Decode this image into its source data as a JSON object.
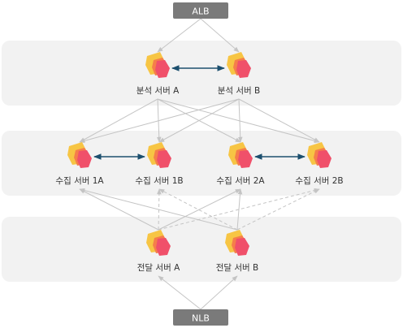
{
  "load_balancers": {
    "top": "ALB",
    "bottom": "NLB"
  },
  "tiers": {
    "analysis": [
      {
        "id": "an-a",
        "label": "분석 서버 A"
      },
      {
        "id": "an-b",
        "label": "분석 서버 B"
      }
    ],
    "collect": [
      {
        "id": "c-1a",
        "label": "수집 서버 1A"
      },
      {
        "id": "c-1b",
        "label": "수집 서버 1B"
      },
      {
        "id": "c-2a",
        "label": "수집 서버 2A"
      },
      {
        "id": "c-2b",
        "label": "수집 서버 2B"
      }
    ],
    "relay": [
      {
        "id": "r-a",
        "label": "전달 서버 A"
      },
      {
        "id": "r-b",
        "label": "전달 서버 B"
      }
    ]
  },
  "colors": {
    "band": "#f2f2f2",
    "lb_box": "#7a7a7a",
    "connector": "#c4c4c4",
    "pair_link": "#1c4f6e",
    "icon_back": "#f7c544",
    "icon_front": "#f0506a",
    "icon_mid": "#f57e4a"
  },
  "links": {
    "solid": [
      [
        "lb-top",
        "an-a"
      ],
      [
        "lb-top",
        "an-b"
      ],
      [
        "an-a",
        "c-1a"
      ],
      [
        "an-a",
        "c-1b"
      ],
      [
        "an-a",
        "c-2a"
      ],
      [
        "an-a",
        "c-2b"
      ],
      [
        "an-b",
        "c-1a"
      ],
      [
        "an-b",
        "c-1b"
      ],
      [
        "an-b",
        "c-2a"
      ],
      [
        "an-b",
        "c-2b"
      ],
      [
        "r-a",
        "c-1a"
      ],
      [
        "r-a",
        "c-2a"
      ],
      [
        "r-b",
        "c-1a"
      ],
      [
        "r-b",
        "c-2a"
      ],
      [
        "lb-bottom",
        "r-a"
      ],
      [
        "lb-bottom",
        "r-b"
      ]
    ],
    "dashed": [
      [
        "r-a",
        "c-1b"
      ],
      [
        "r-a",
        "c-2b"
      ],
      [
        "r-b",
        "c-1b"
      ],
      [
        "r-b",
        "c-2b"
      ]
    ],
    "pairs": [
      [
        "an-a",
        "an-b"
      ],
      [
        "c-1a",
        "c-1b"
      ],
      [
        "c-2a",
        "c-2b"
      ]
    ]
  }
}
